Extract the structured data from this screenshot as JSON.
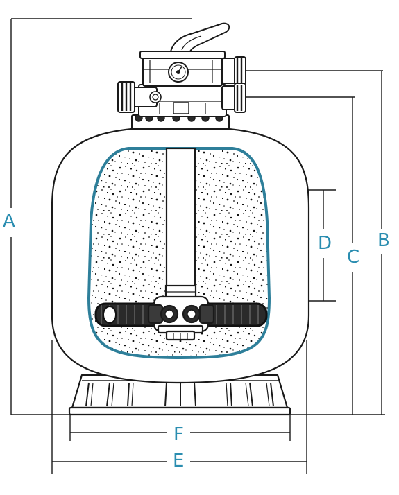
{
  "labels": {
    "a": "A",
    "b": "B",
    "c": "C",
    "d": "D",
    "e": "E",
    "f": "F"
  },
  "colors": {
    "line": "#1a1a1a",
    "accent": "#2a8db0",
    "tank_outline": "#2e7f9a"
  }
}
